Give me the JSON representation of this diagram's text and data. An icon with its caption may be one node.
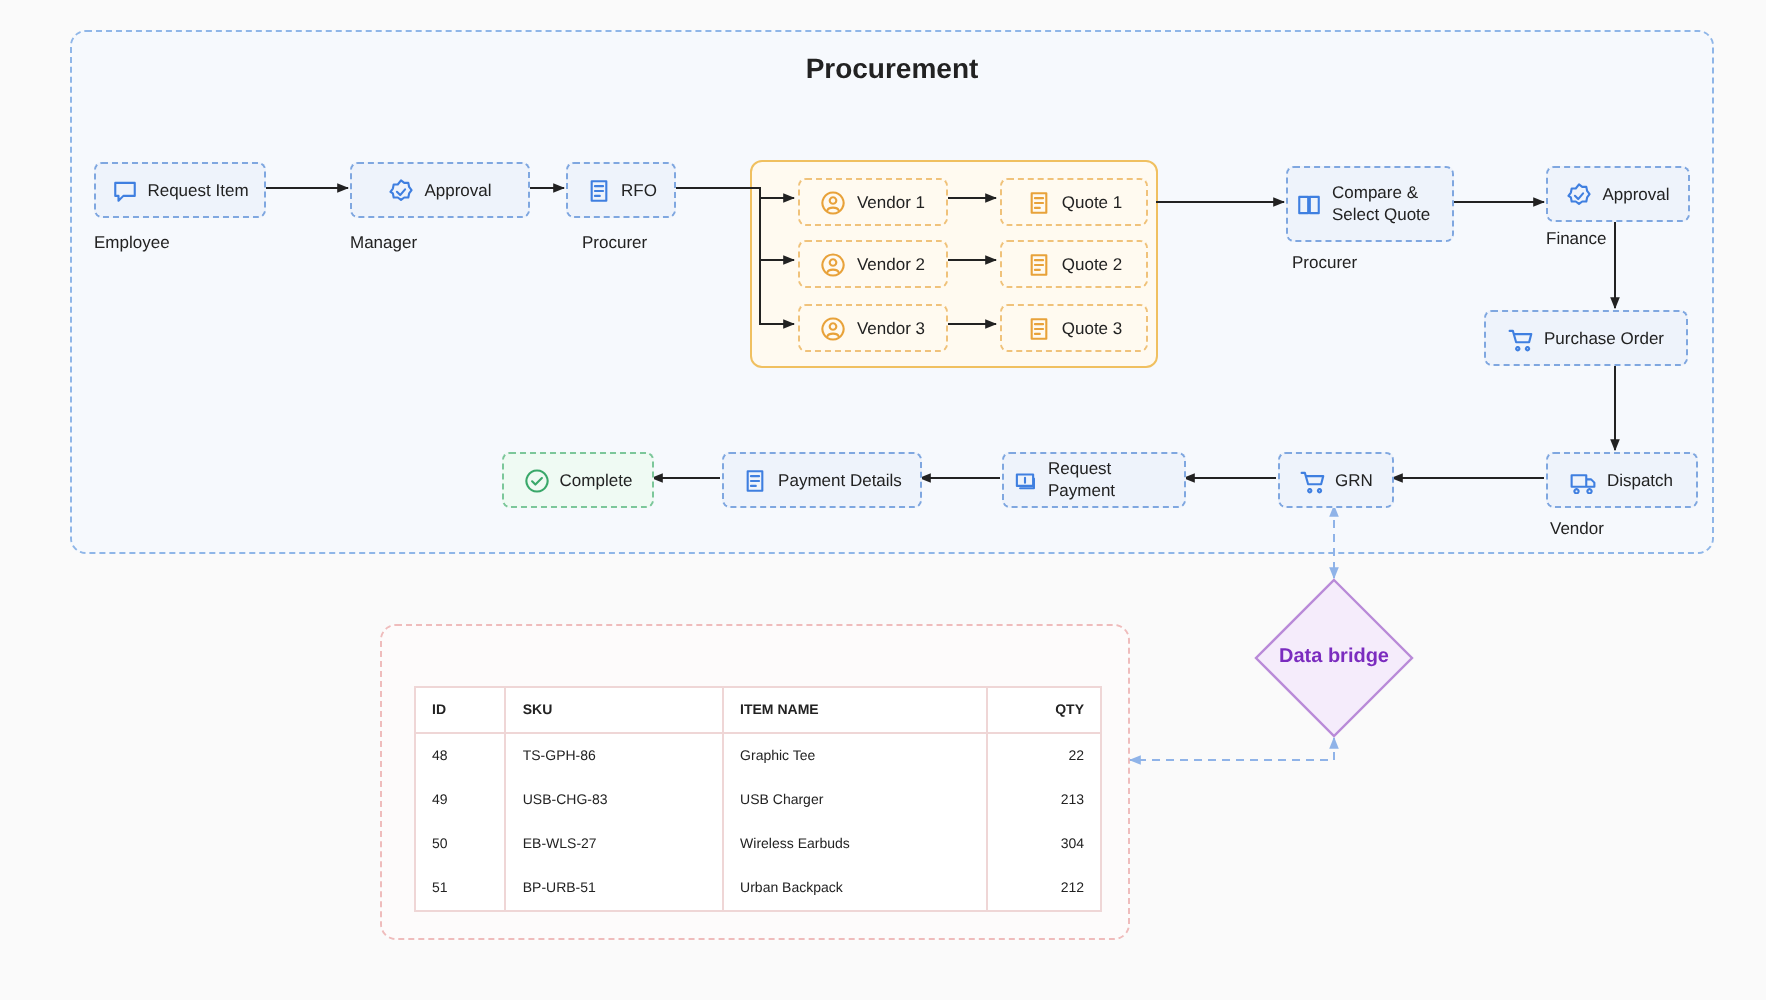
{
  "diagram": {
    "nodes": [
      {
        "text": [
          "Procurement"
        ]
      },
      {
        "text": [
          "Request Item"
        ],
        "beside": [
          "Employee"
        ],
        "in": 0
      },
      {
        "text": [
          "Approval"
        ],
        "beside": [
          "Manager"
        ],
        "in": 0
      },
      {
        "text": [
          "RFO"
        ],
        "beside": [
          "Procurer"
        ],
        "in": 0
      },
      {
        "text": [],
        "shape": "box",
        "in": 0
      },
      {
        "text": [
          "Vendor 1"
        ],
        "in": 4
      },
      {
        "text": [
          "Quote 1"
        ],
        "in": 4
      },
      {
        "text": [
          "Vendor 2"
        ],
        "in": 4
      },
      {
        "text": [
          "Quote 2"
        ],
        "in": 4
      },
      {
        "text": [
          "Vendor 3"
        ],
        "in": 4
      },
      {
        "text": [
          "Quote 3"
        ],
        "in": 4
      },
      {
        "text": [
          "Compare & Select Quote"
        ],
        "beside": [
          "Procurer"
        ],
        "in": 0
      },
      {
        "text": [
          "Approval"
        ],
        "beside": [
          "Finance"
        ],
        "in": 0
      },
      {
        "text": [
          "Purchase Order"
        ],
        "in": 0
      },
      {
        "text": [
          "Dispatch"
        ],
        "beside": [
          "Vendor"
        ],
        "in": 0
      },
      {
        "text": [
          "GRN"
        ],
        "in": 0
      },
      {
        "text": [
          "Request Payment"
        ],
        "in": 0
      },
      {
        "text": [
          "Payment Details"
        ],
        "in": 0
      },
      {
        "text": [
          "Complete"
        ],
        "in": 0
      },
      {
        "text": [
          "Data bridge"
        ]
      },
      {
        "text": [],
        "shape": "box"
      }
    ],
    "edges": [
      {
        "from": 1,
        "to": 2,
        "arrow": "to"
      },
      {
        "from": 2,
        "to": 3,
        "arrow": "to"
      },
      {
        "from": 3,
        "to": 5,
        "arrow": "to"
      },
      {
        "from": 3,
        "to": 7,
        "arrow": "to"
      },
      {
        "from": 3,
        "to": 9,
        "arrow": "to"
      },
      {
        "from": 5,
        "to": 6,
        "arrow": "to"
      },
      {
        "from": 7,
        "to": 8,
        "arrow": "to"
      },
      {
        "from": 9,
        "to": 10,
        "arrow": "to"
      },
      {
        "from": 4,
        "to": 11,
        "arrow": "to"
      },
      {
        "from": 11,
        "to": 12,
        "arrow": "to"
      },
      {
        "from": 12,
        "to": 13,
        "arrow": "to"
      },
      {
        "from": 13,
        "to": 14,
        "arrow": "to"
      },
      {
        "from": 14,
        "to": 15,
        "arrow": "to"
      },
      {
        "from": 15,
        "to": 16,
        "arrow": "to"
      },
      {
        "from": 16,
        "to": 17,
        "arrow": "to"
      },
      {
        "from": 17,
        "to": 18,
        "arrow": "to"
      },
      {
        "from": 15,
        "to": 19,
        "arrow": "both",
        "style": "dashed",
        "color": "#8fb3e8"
      },
      {
        "from": 19,
        "to": 20,
        "arrow": "both",
        "style": "dashed",
        "color": "#8fb3e8"
      }
    ],
    "labels": [
      "ID",
      "SKU",
      "ITEM NAME",
      "QTY",
      "48",
      "TS-GPH-86",
      "Graphic Tee",
      "22",
      "49",
      "USB-CHG-83",
      "USB Charger",
      "213",
      "50",
      "EB-WLS-27",
      "Wireless Earbuds",
      "304",
      "51",
      "BP-URB-51",
      "Urban Backpack",
      "212"
    ]
  }
}
